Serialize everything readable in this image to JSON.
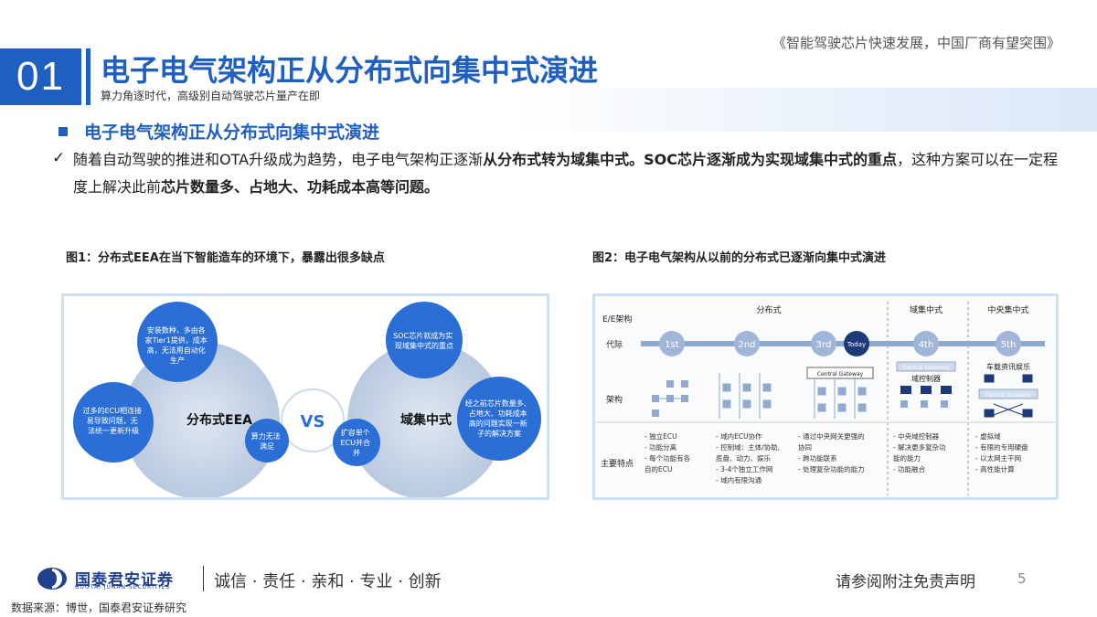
{
  "header": {
    "report_title": "《智能驾驶芯片快速发展，中国厂商有望突围》",
    "section_number": "01",
    "main_title": "电子电气架构正从分布式向集中式演进",
    "sub_title": "算力角逐时代，高级别自动驾驶芯片量产在即"
  },
  "section": {
    "heading": "电子电气架构正从分布式向集中式演进",
    "check": "✓",
    "body": {
      "p1": "随着自动驾驶的推进和OTA升级成为趋势，电子电气架构正逐渐",
      "b1": "从分布式转为域集中式。SOC芯片逐渐成为实现域集中式的重点",
      "p2": "，这种方案可以在一定程度上解决此前",
      "b2": "芯片数量多、占地大、功耗成本高等问题。"
    }
  },
  "figure1": {
    "caption": "图1：分布式EEA在当下智能造车的环境下，暴露出很多缺点",
    "left_label": "分布式EEA",
    "right_label": "域集中式",
    "vs": "VS",
    "bubbles": {
      "top_left": [
        "安装数种，多由各",
        "家Tier1提供，成本",
        "高，无法用自动化",
        "生产"
      ],
      "bottom_left": [
        "过多的ECU相连接",
        "易导致问题，无",
        "法统一更新升级"
      ],
      "middle_small": [
        "算力无法",
        "满足"
      ],
      "middle_right_small": [
        "扩容单个",
        "ECU并合",
        "并"
      ],
      "top_right": [
        "SOC芯片就成为实",
        "现域集中式的重点"
      ],
      "bottom_right": [
        "经之前芯片数量多、",
        "占地大、功耗成本",
        "高的问题实现一新",
        "子的解决方案"
      ]
    }
  },
  "figure2": {
    "caption": "图2：电子电气架构从以前的分布式已逐渐向集中式演进",
    "row_labels": [
      "E/E架构",
      "代际",
      "架构",
      "主要特点"
    ],
    "phase_labels": [
      "分布式",
      "域集中式",
      "中央集中式"
    ],
    "generations": [
      "1st",
      "2nd",
      "3rd",
      "Today",
      "4th",
      "5th"
    ],
    "gateway_label": "Central Gateway",
    "domain_controller": "域控制器",
    "infotainment": "车载资讯娱乐",
    "features": [
      [
        "- 独立ECU",
        "- 功能分离",
        "- 每个功能有各",
        "自的ECU"
      ],
      [
        "- 域内ECU协作",
        "- 控制域：主体/协助,",
        "底盘、动力、娱乐",
        "- 3-4个独立工作网",
        "- 域内有限沟通"
      ],
      [
        "- 通过中央网关更强的",
        "协同",
        "- 跨功能联系",
        "- 处理复杂功能的能力"
      ],
      [
        "- 中央域控制器",
        "- 解决更多复杂功",
        "能的能力",
        "- 功能融合"
      ],
      [
        "- 虚拟域",
        "- 有限的专用硬盘",
        "- 以太网主干网",
        "- 高性能计算"
      ]
    ]
  },
  "footer": {
    "company": "国泰君安证券",
    "company_en": "GUOTAI JUNAN SECURITIES",
    "slogan": "诚信 · 责任 · 亲和 · 专业 · 创新",
    "disclaimer": "请参阅附注免责声明",
    "page": "5",
    "source": "数据来源：博世，国泰君安证券研究"
  },
  "colors": {
    "brand_blue": "#1f5fbf",
    "bubble_blue": "#2b6fd6",
    "big_circle": "#c9d6e8"
  }
}
